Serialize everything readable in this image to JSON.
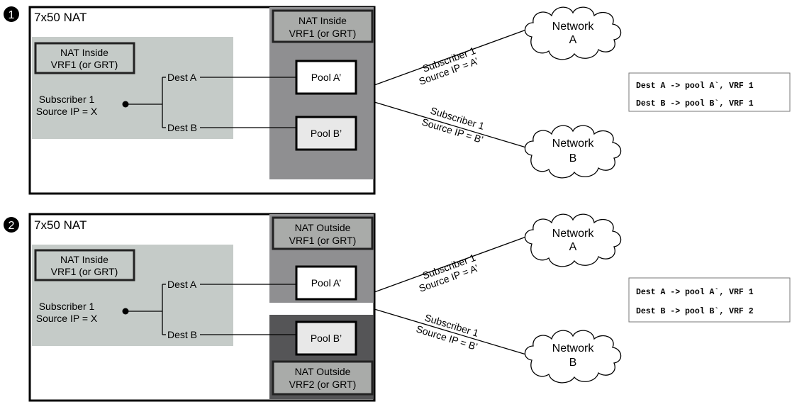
{
  "panel1": {
    "step": "1",
    "title": "7x50 NAT",
    "inside_label": [
      "NAT Inside",
      "VRF1 (or GRT)"
    ],
    "outside_label": [
      "NAT Inside",
      "VRF1 (or GRT)"
    ],
    "subscriber": [
      "Subscriber 1",
      "Source IP = X"
    ],
    "dest_a": "Dest A",
    "dest_b": "Dest B",
    "pool_a": "Pool A’",
    "pool_b": "Pool B’",
    "link_a": [
      "Subscriber 1",
      "Source IP = A’"
    ],
    "link_b": [
      "Subscriber 1",
      "Source IP = B’"
    ],
    "network_a": [
      "Network",
      "A"
    ],
    "network_b": [
      "Network",
      "B"
    ],
    "policy": [
      "Dest A -> pool A`, VRF 1",
      "Dest B -> pool B`, VRF 1"
    ]
  },
  "panel2": {
    "step": "2",
    "title": "7x50 NAT",
    "inside_label": [
      "NAT Inside",
      "VRF1 (or GRT)"
    ],
    "outside1_label": [
      "NAT Outside",
      "VRF1 (or GRT)"
    ],
    "outside2_label": [
      "NAT Outside",
      "VRF2 (or GRT)"
    ],
    "subscriber": [
      "Subscriber 1",
      "Source IP = X"
    ],
    "dest_a": "Dest A",
    "dest_b": "Dest B",
    "pool_a": "Pool A’",
    "pool_b": "Pool B’",
    "link_a": [
      "Subscriber 1",
      "Source IP = A’"
    ],
    "link_b": [
      "Subscriber 1",
      "Source IP = B’"
    ],
    "network_a": [
      "Network",
      "A"
    ],
    "network_b": [
      "Network",
      "B"
    ],
    "policy": [
      "Dest A -> pool A`, VRF 1",
      "Dest B -> pool B`, VRF 2"
    ]
  }
}
